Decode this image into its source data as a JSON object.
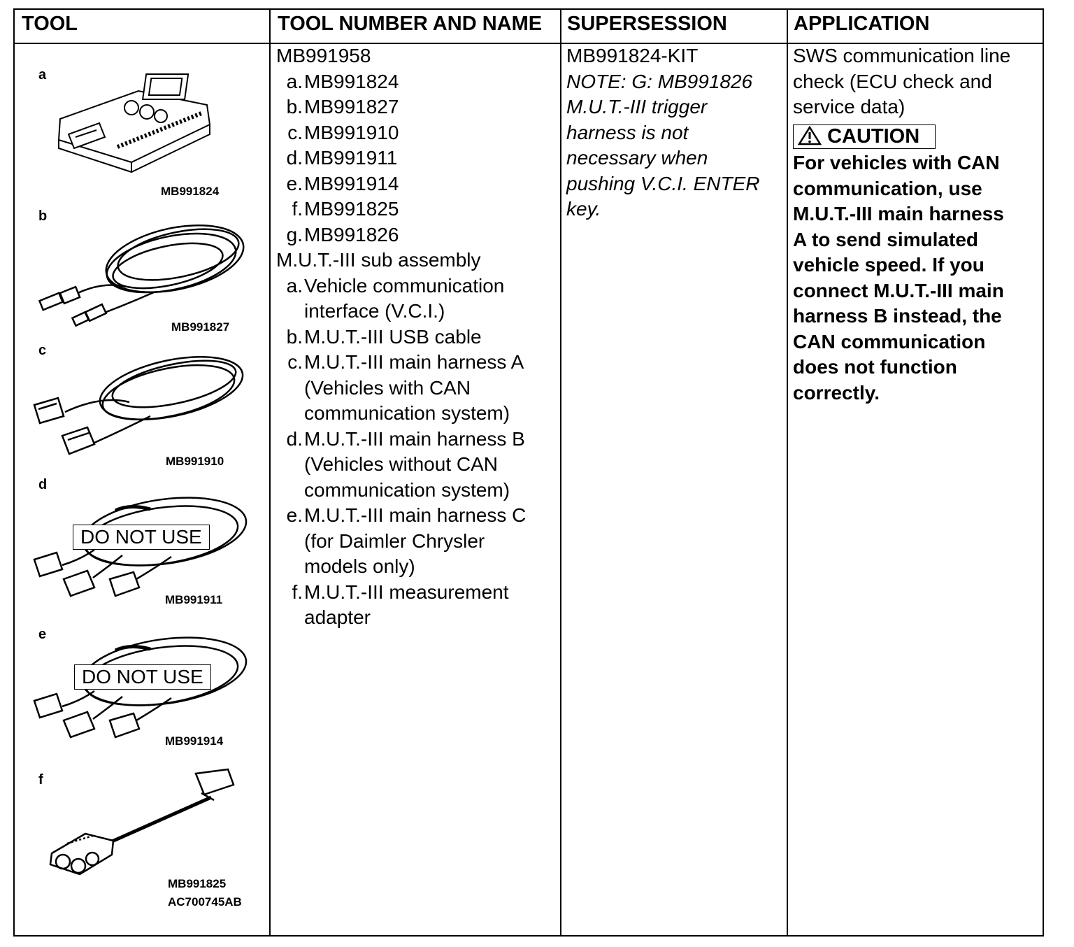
{
  "headers": {
    "tool": "TOOL",
    "tool_number_and_name": "TOOL NUMBER AND NAME",
    "supersession": "SUPERSESSION",
    "application": "APPLICATION"
  },
  "tool_images": [
    {
      "letter": "a",
      "part_no": "MB991824",
      "icon": "vci-unit-icon"
    },
    {
      "letter": "b",
      "part_no": "MB991827",
      "icon": "usb-cable-icon"
    },
    {
      "letter": "c",
      "part_no": "MB991910",
      "icon": "main-harness-a-icon"
    },
    {
      "letter": "d",
      "part_no": "MB991911",
      "icon": "main-harness-b-icon",
      "overlay": "DO NOT USE"
    },
    {
      "letter": "e",
      "part_no": "MB991914",
      "icon": "main-harness-c-icon",
      "overlay": "DO NOT USE"
    },
    {
      "letter": "f",
      "part_no": "MB991825",
      "icon": "measurement-adapter-icon"
    }
  ],
  "illustration_code": "AC700745AB",
  "tool_number_and_name": {
    "kit_number": "MB991958",
    "numbers": [
      {
        "letter": "a.",
        "text": "MB991824"
      },
      {
        "letter": "b.",
        "text": "MB991827"
      },
      {
        "letter": "c.",
        "text": "MB991910"
      },
      {
        "letter": "d.",
        "text": "MB991911"
      },
      {
        "letter": "e.",
        "text": "MB991914"
      },
      {
        "letter": "f.",
        "text": "MB991825"
      },
      {
        "letter": "g.",
        "text": "MB991826"
      }
    ],
    "assembly_name": "M.U.T.-III sub assembly",
    "names": [
      {
        "letter": "a.",
        "lines": [
          "Vehicle communication",
          "interface (V.C.I.)"
        ]
      },
      {
        "letter": "b.",
        "lines": [
          "M.U.T.-III USB cable"
        ]
      },
      {
        "letter": "c.",
        "lines": [
          "M.U.T.-III main harness A",
          "(Vehicles with CAN",
          "communication system)"
        ]
      },
      {
        "letter": "d.",
        "lines": [
          "M.U.T.-III main harness B",
          "(Vehicles without CAN",
          "communication system)"
        ]
      },
      {
        "letter": "e.",
        "lines": [
          "M.U.T.-III main harness C",
          "(for Daimler Chrysler",
          "models only)"
        ]
      },
      {
        "letter": "f.",
        "lines": [
          "M.U.T.-III measurement",
          "adapter"
        ]
      }
    ]
  },
  "supersession": {
    "value": "MB991824-KIT",
    "note_lines": [
      "NOTE: G: MB991826",
      "M.U.T.-III trigger",
      "harness is not",
      "necessary when",
      "pushing V.C.I. ENTER",
      "key."
    ]
  },
  "application": {
    "lines": [
      "SWS communication line",
      "check (ECU check and",
      "service data)"
    ],
    "caution_label": "CAUTION",
    "caution_icon": "warning-triangle-icon",
    "caution_lines": [
      "For vehicles with CAN",
      "communication, use",
      "M.U.T.-III main harness",
      "A to send simulated",
      "vehicle speed. If you",
      "connect M.U.T.-III main",
      "harness B instead, the",
      "CAN communication",
      "does not function",
      "correctly."
    ]
  }
}
